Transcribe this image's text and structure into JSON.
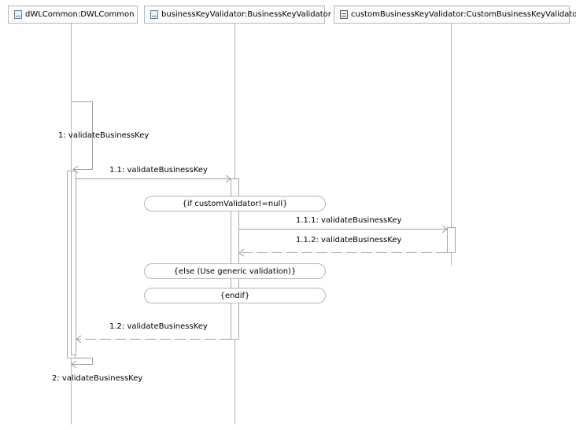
{
  "lifelines": [
    {
      "label": "dWLCommon:DWLCommon",
      "icon": "class-icon"
    },
    {
      "label": "businessKeyValidator:BusinessKeyValidator",
      "icon": "class-icon"
    },
    {
      "label": "customBusinessKeyValidator:CustomBusinessKeyValidator",
      "icon": "interface-icon"
    }
  ],
  "messages": [
    {
      "label": "1: validateBusinessKey"
    },
    {
      "label": "1.1: validateBusinessKey"
    },
    {
      "label": "1.1.1: validateBusinessKey"
    },
    {
      "label": "1.1.2: validateBusinessKey"
    },
    {
      "label": "1.2: validateBusinessKey"
    },
    {
      "label": "2: validateBusinessKey"
    }
  ],
  "fragments": [
    {
      "label": "{if customValidator!=null}"
    },
    {
      "label": "{else (Use generic validation)}"
    },
    {
      "label": "{endif}"
    }
  ]
}
